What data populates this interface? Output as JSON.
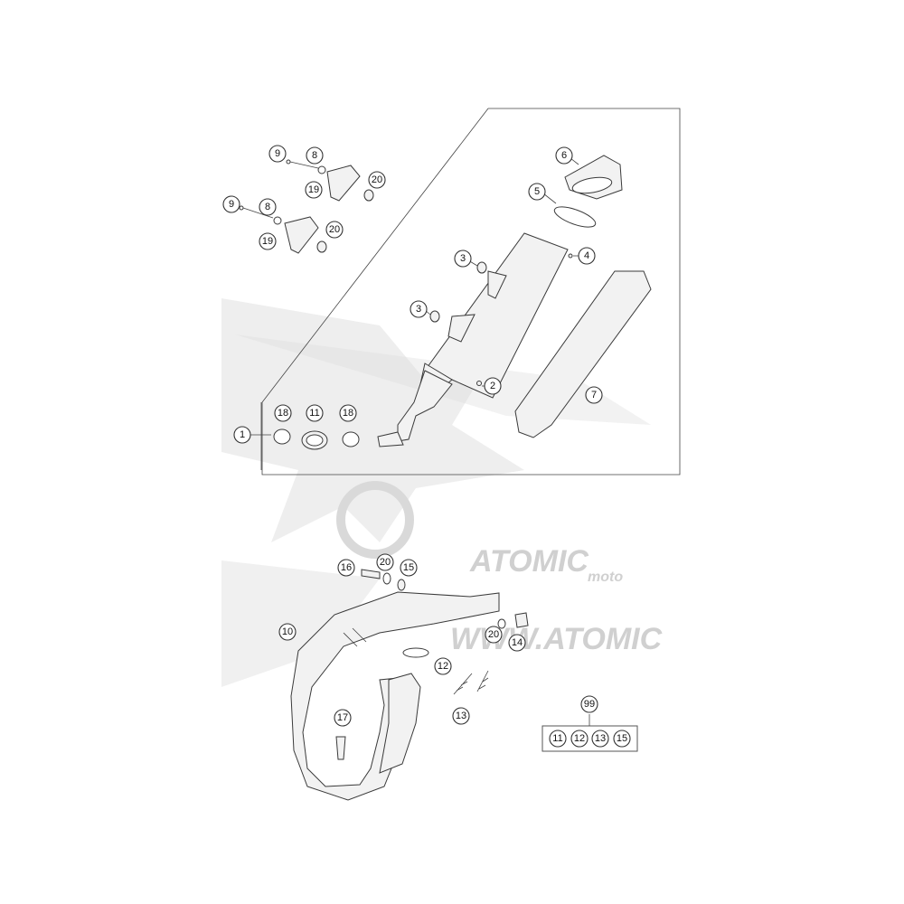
{
  "watermark": {
    "brand": "ATOMIC",
    "sub": "moto",
    "url": "WWW.ATOMIC"
  },
  "callouts": {
    "c1": "1",
    "c2": "2",
    "c3a": "3",
    "c3b": "3",
    "c4": "4",
    "c5": "5",
    "c6": "6",
    "c7": "7",
    "c8a": "8",
    "c8b": "8",
    "c9a": "9",
    "c9b": "9",
    "c10": "10",
    "c11": "11",
    "c12": "12",
    "c13": "13",
    "c14": "14",
    "c15": "15",
    "c16": "16",
    "c17": "17",
    "c18a": "18",
    "c18b": "18",
    "c19a": "19",
    "c19b": "19",
    "c20a": "20",
    "c20b": "20",
    "c20c": "20",
    "c20d": "20",
    "c99": "99"
  },
  "kit": {
    "items": [
      "11",
      "12",
      "13",
      "15"
    ]
  }
}
